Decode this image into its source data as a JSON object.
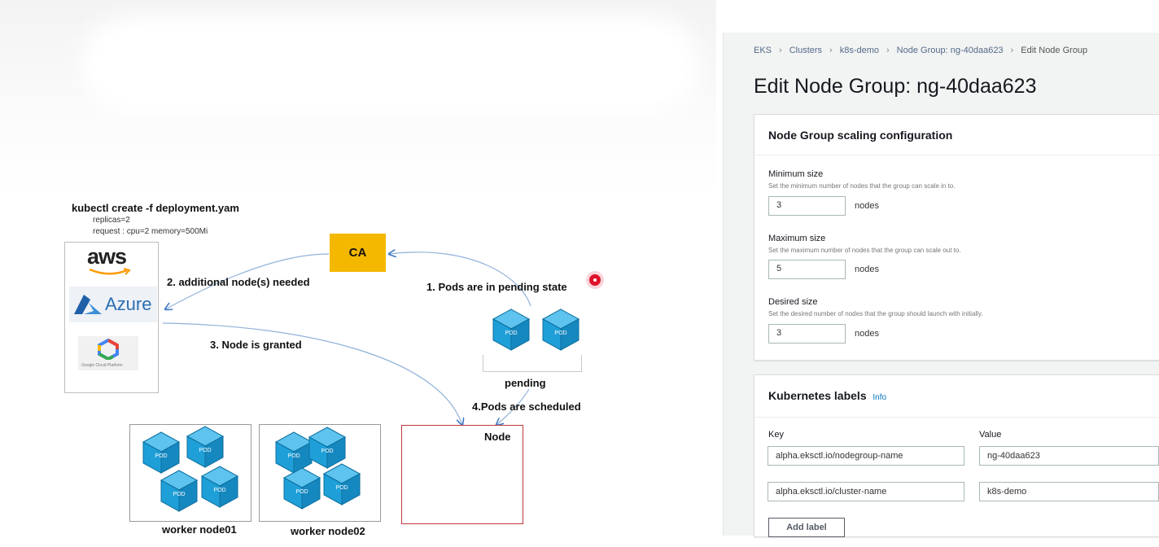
{
  "diagram": {
    "command": "kubectl create -f deployment.yam",
    "replicas": "replicas=2",
    "request": "request : cpu=2 memory=500Mi",
    "providers": {
      "aws": "aws",
      "azure": "Azure",
      "gcp": "Google Cloud Platform"
    },
    "ca_label": "CA",
    "step1": "1. Pods are in pending state",
    "step2": "2. additional node(s) needed",
    "step3": "3. Node is granted",
    "step4": "4.Pods are scheduled",
    "pending_label": "pending",
    "node_label": "Node",
    "pod_text": "POD",
    "worker1": "worker node01",
    "worker2": "worker node02"
  },
  "console": {
    "breadcrumb": [
      "EKS",
      "Clusters",
      "k8s-demo",
      "Node Group: ng-40daa623",
      "Edit Node Group"
    ],
    "page_title": "Edit Node Group: ng-40daa623",
    "scaling": {
      "title": "Node Group scaling configuration",
      "min_label": "Minimum size",
      "min_desc": "Set the minimum number of nodes that the group can scale in to.",
      "min_value": "3",
      "max_label": "Maximum size",
      "max_desc": "Set the maximum number of nodes that the group can scale out to.",
      "max_value": "5",
      "desired_label": "Desired size",
      "desired_desc": "Set the desired number of nodes that the group should launch with initially.",
      "desired_value": "3",
      "unit": "nodes"
    },
    "labels": {
      "title": "Kubernetes labels",
      "info": "Info",
      "key_header": "Key",
      "value_header": "Value",
      "rows": [
        {
          "key": "alpha.eksctl.io/nodegroup-name",
          "value": "ng-40daa623"
        },
        {
          "key": "alpha.eksctl.io/cluster-name",
          "value": "k8s-demo"
        }
      ],
      "add_label": "Add label"
    }
  },
  "colors": {
    "ca": "#f5b800",
    "pod": "#1e9fd8",
    "pod_dark": "#0d6f9e",
    "node_border": "#c0393b",
    "link": "#546b8a",
    "record_dot": "#e0102a"
  }
}
